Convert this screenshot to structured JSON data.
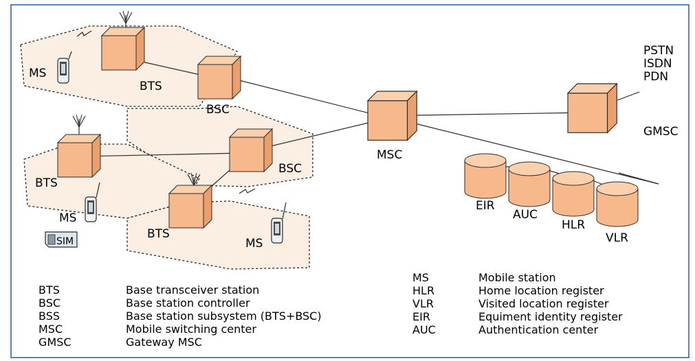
{
  "colors": {
    "background": "#ffffff",
    "frame": "#1f5fa8",
    "cell_fill": "#fbeee2",
    "node_front": "#f7b98b",
    "node_top": "#fbd1ad",
    "node_side": "#e9a06d",
    "stroke": "#2a2a2a"
  },
  "nodes": {
    "bts_top": "BTS",
    "bts_left": "BTS",
    "bts_bottom": "BTS",
    "bsc_top": "BSC",
    "bsc_mid": "BSC",
    "msc": "MSC",
    "gmsc": "GMSC",
    "eir": "EIR",
    "auc": "AUC",
    "hlr": "HLR",
    "vlr": "VLR",
    "ms_top": "MS",
    "ms_left": "MS",
    "ms_bottom": "MS",
    "sim": "SIM",
    "pstn": "PSTN",
    "isdn": "ISDN",
    "pdn": "PDN"
  },
  "legend_left": [
    {
      "abbr": "BTS",
      "desc": "Base transceiver station"
    },
    {
      "abbr": "BSC",
      "desc": "Base station controller"
    },
    {
      "abbr": "BSS",
      "desc": "Base station subsystem (BTS+BSC)"
    },
    {
      "abbr": "MSC",
      "desc": "Mobile switching center"
    },
    {
      "abbr": "GMSC",
      "desc": "Gateway MSC"
    }
  ],
  "legend_right": [
    {
      "abbr": "MS",
      "desc": "Mobile station"
    },
    {
      "abbr": "HLR",
      "desc": "Home location register"
    },
    {
      "abbr": "VLR",
      "desc": "Visited location register"
    },
    {
      "abbr": "EIR",
      "desc": "Equiment identity register"
    },
    {
      "abbr": "AUC",
      "desc": "Authentication center"
    }
  ]
}
